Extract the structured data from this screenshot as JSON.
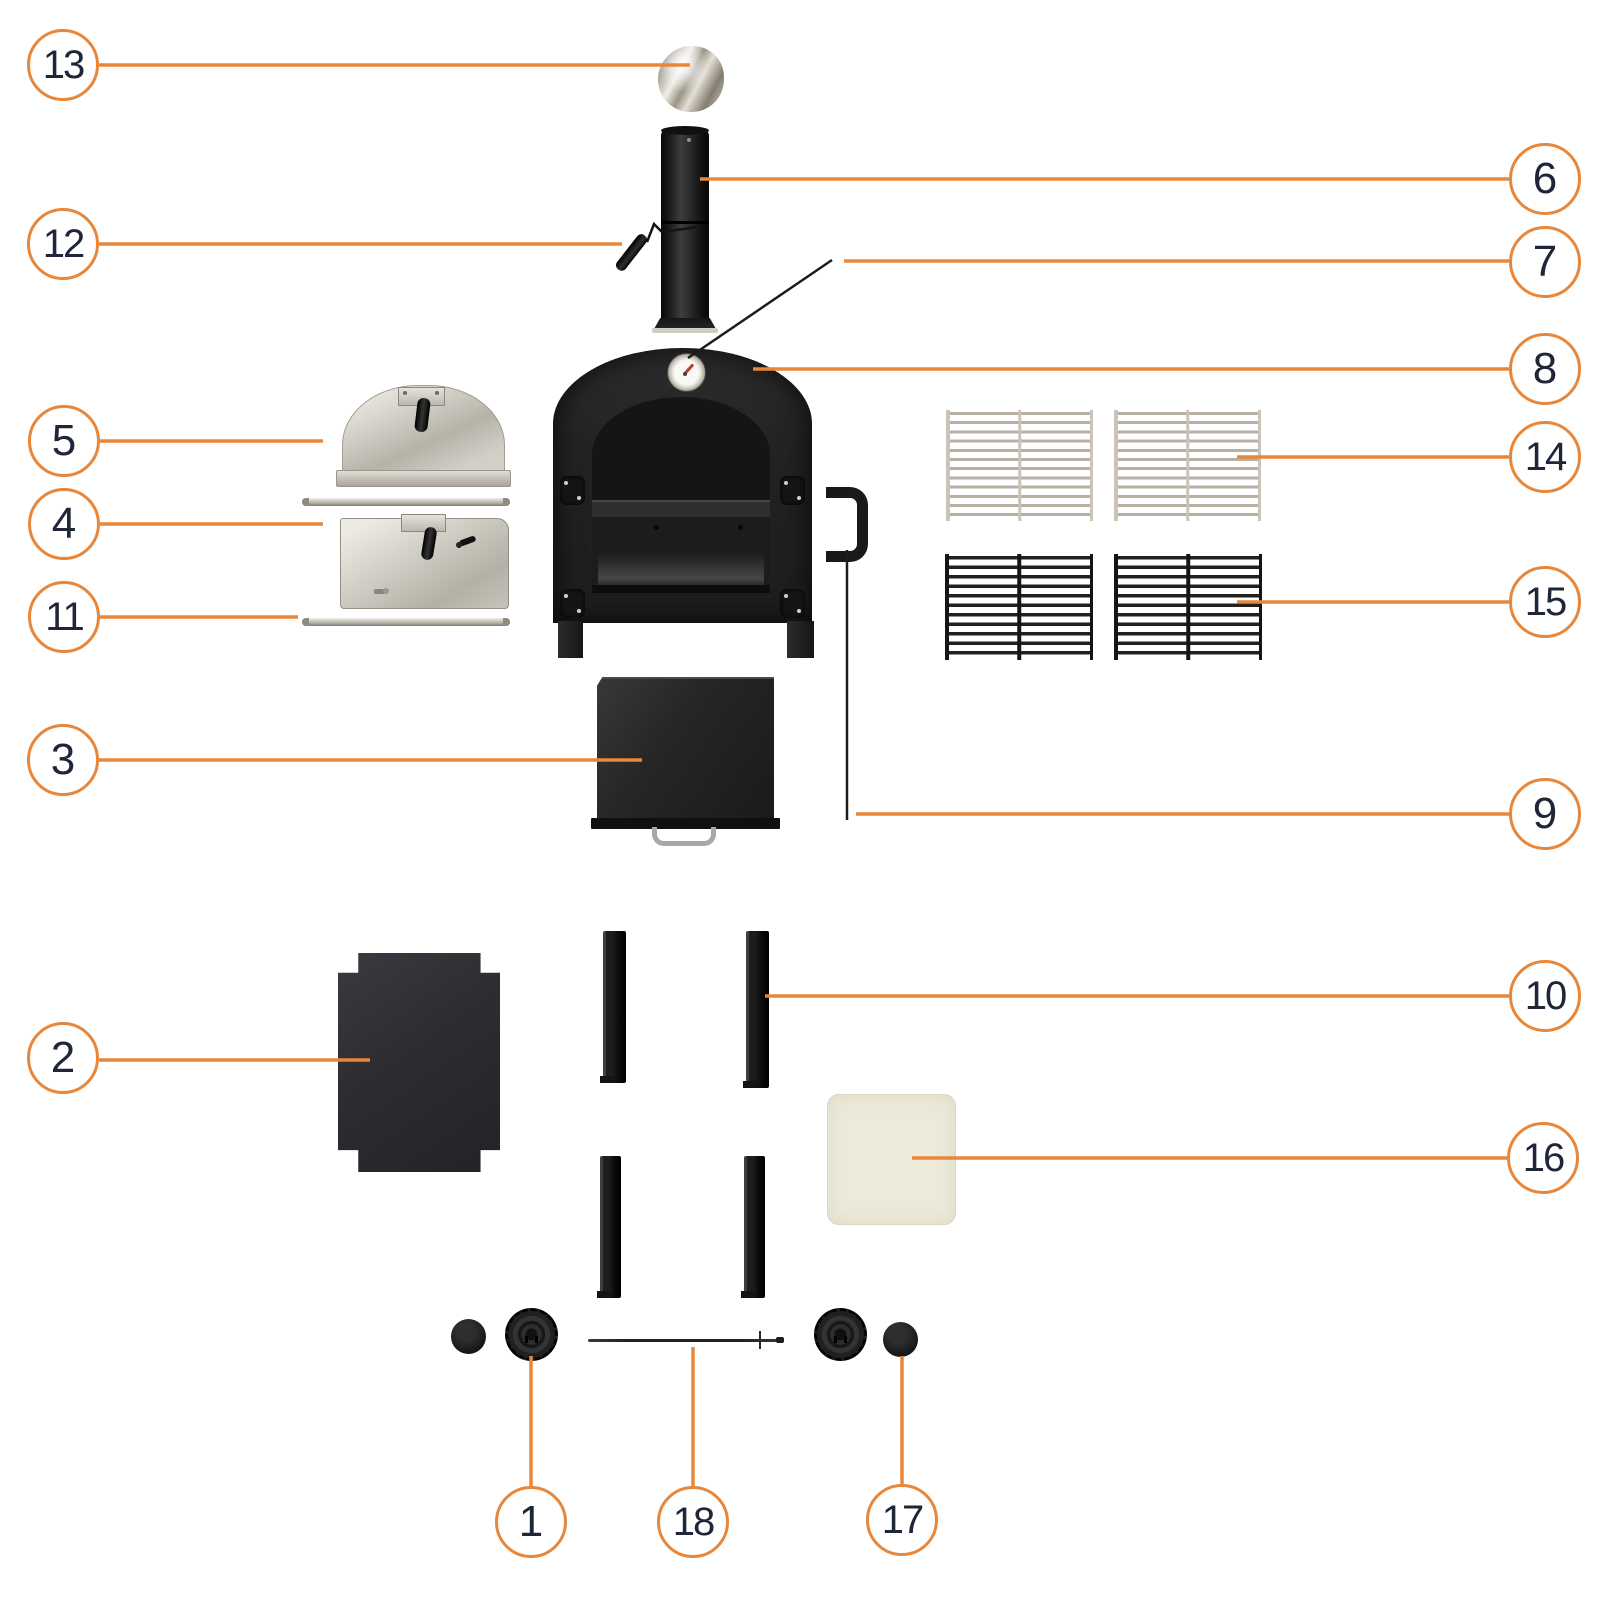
{
  "diagram": {
    "kind": "pizza-oven-exploded-parts-diagram",
    "background": "#FFFFFF"
  },
  "palette": {
    "accent_orange": "#E8873A",
    "number_color": "#20263A",
    "callout_line_black": "#1C1C1C",
    "part_black": "#1F1F1F",
    "steel_light": "#E3E1DA",
    "steel_dark": "#A39E93",
    "stone_cream": "#EDEAD9"
  },
  "callouts": {
    "c1": "1",
    "c2": "2",
    "c3": "3",
    "c4": "4",
    "c5": "5",
    "c6": "6",
    "c7": "7",
    "c8": "8",
    "c9": "9",
    "c10": "10",
    "c11": "11",
    "c12": "12",
    "c13": "13",
    "c14": "14",
    "c15": "15",
    "c16": "16",
    "c17": "17",
    "c18": "18"
  },
  "part_icons": {
    "1": "wheel",
    "2": "rear-panel",
    "3": "ash-pan",
    "4": "door-slide-rod-top",
    "5": "oven-door",
    "6": "chimney-pipe",
    "7": "thermometer",
    "8": "oven-body",
    "9": "door-handle",
    "10": "leg",
    "11": "door-slide-rod-bottom",
    "12": "damper-handle",
    "13": "chimney-cap",
    "14": "chrome-grill-grate",
    "15": "black-grill-grate",
    "16": "pizza-stone",
    "17": "wheel-cap",
    "18": "axle-rod"
  }
}
